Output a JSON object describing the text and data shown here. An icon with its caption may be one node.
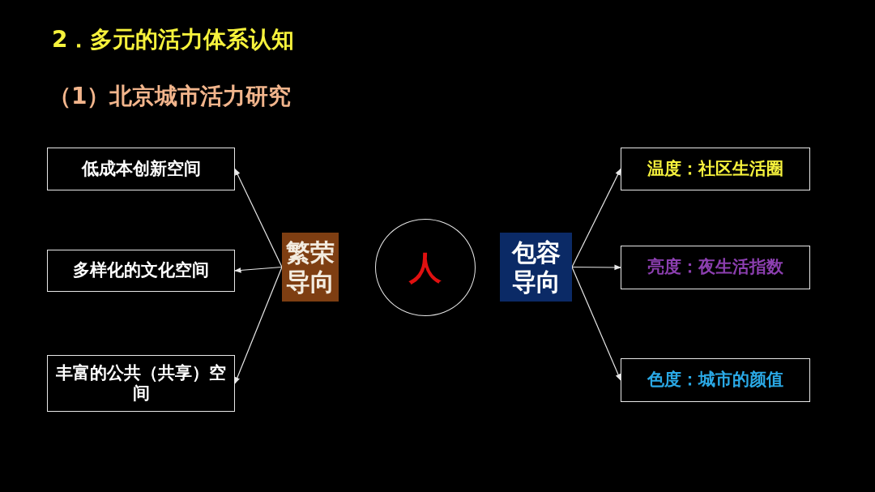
{
  "diagram": {
    "title": "2．多元的活力体系认知",
    "nodes": [
      {
        "text": [
          "低成本创新空间"
        ]
      },
      {
        "text": [
          "多样化的文化空间"
        ]
      },
      {
        "text": [
          "丰富的公共（共享）空间"
        ]
      },
      {
        "text": [
          "繁荣导向"
        ]
      },
      {
        "text": [
          "人"
        ]
      },
      {
        "text": [
          "包容导向"
        ]
      },
      {
        "text": [
          "温度：社区生活圈"
        ]
      },
      {
        "text": [
          "亮度：夜生活指数"
        ]
      },
      {
        "text": [
          "色度：城市的颜值"
        ]
      }
    ],
    "edges": [
      {
        "from": 3,
        "to": 0,
        "arrow": "to"
      },
      {
        "from": 3,
        "to": 1,
        "arrow": "to"
      },
      {
        "from": 3,
        "to": 2,
        "arrow": "to"
      },
      {
        "from": 5,
        "to": 6,
        "arrow": "to"
      },
      {
        "from": 5,
        "to": 7,
        "arrow": "to"
      },
      {
        "from": 5,
        "to": 8,
        "arrow": "to"
      }
    ],
    "labels": [
      "（1）北京城市活力研究"
    ]
  }
}
